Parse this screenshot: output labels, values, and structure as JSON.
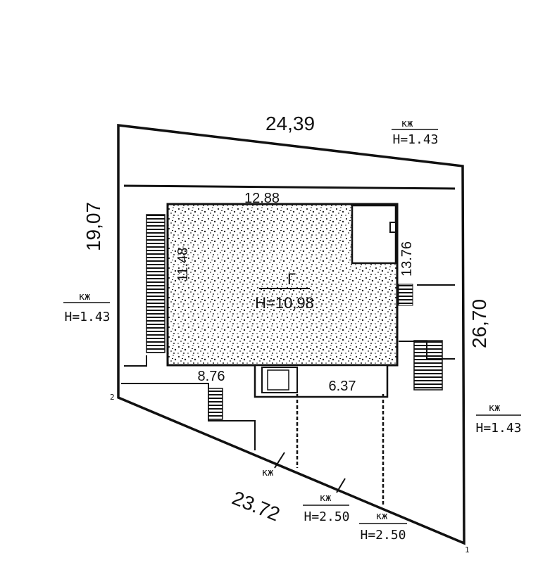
{
  "plot": {
    "dimensions": {
      "top": "24,39",
      "left": "19,07",
      "right": "26,70",
      "bottom": "23.72",
      "building_width": "12.88",
      "building_height": "11.48",
      "east_side": "13.76",
      "south_left": "8.76",
      "south_right": "6.37"
    },
    "building": {
      "letter": "Г",
      "height": "Н=10,98"
    },
    "markers": [
      {
        "code": "кж",
        "height": "Н=1.43"
      },
      {
        "code": "кж",
        "height": "Н=1.43"
      },
      {
        "code": "кж",
        "height": "Н=1.43"
      },
      {
        "code": "кж",
        "height": "Н=2.50"
      },
      {
        "code": "кж",
        "height": "Н=2.50"
      },
      {
        "code": "кж",
        "height": ""
      }
    ],
    "corner_labels": [
      "2",
      "1"
    ]
  }
}
